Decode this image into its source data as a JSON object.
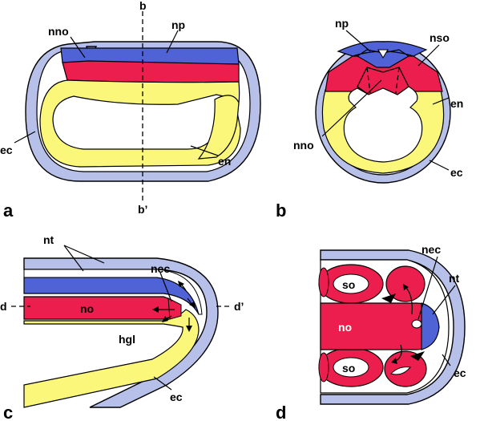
{
  "colors": {
    "ectoderm": "#b7c0e8",
    "neural_plate": "#4f63d6",
    "notochord": "#ec1e4e",
    "endoderm": "#fbf77a",
    "somite_lumen": "#ffffff"
  },
  "panels": {
    "a": {
      "letter": "a",
      "labels": {
        "nno": "nno",
        "np": "np",
        "ec": "ec",
        "en": "en",
        "b": "b",
        "b_prime": "b’"
      }
    },
    "b": {
      "letter": "b",
      "labels": {
        "np": "np",
        "nso": "nso",
        "en": "en",
        "nno": "nno",
        "ec": "ec"
      }
    },
    "c": {
      "letter": "c",
      "labels": {
        "nt": "nt",
        "nec": "nec",
        "d": "d",
        "d_prime": "d’",
        "no": "no",
        "hgl": "hgl",
        "ec": "ec"
      }
    },
    "d": {
      "letter": "d",
      "labels": {
        "nec": "nec",
        "nt": "nt",
        "so_top": "so",
        "so_bottom": "so",
        "no": "no",
        "ec": "ec"
      }
    }
  }
}
